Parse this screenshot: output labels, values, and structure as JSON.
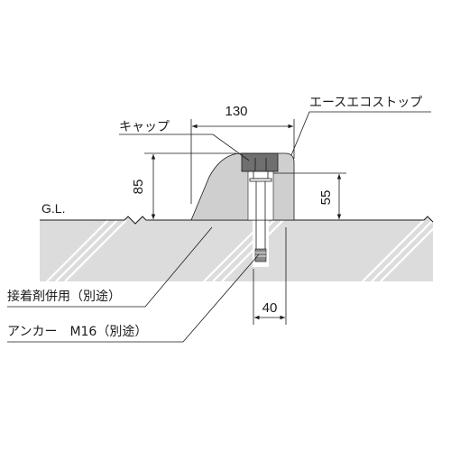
{
  "labels": {
    "cap": "キャップ",
    "product": "エースエコストップ",
    "ground_line": "G.L.",
    "adhesive": "接着剤併用（別途）",
    "anchor": "アンカー　M16（別途）"
  },
  "dimensions": {
    "width": "130",
    "height": "85",
    "hole_depth": "55",
    "anchor_spacing": "40"
  },
  "colors": {
    "ground_fill": "#dcdcdc",
    "stopper_fill": "#cfcfcf",
    "cap_fill": "#6f6f6f",
    "line": "#1a1a1a"
  }
}
